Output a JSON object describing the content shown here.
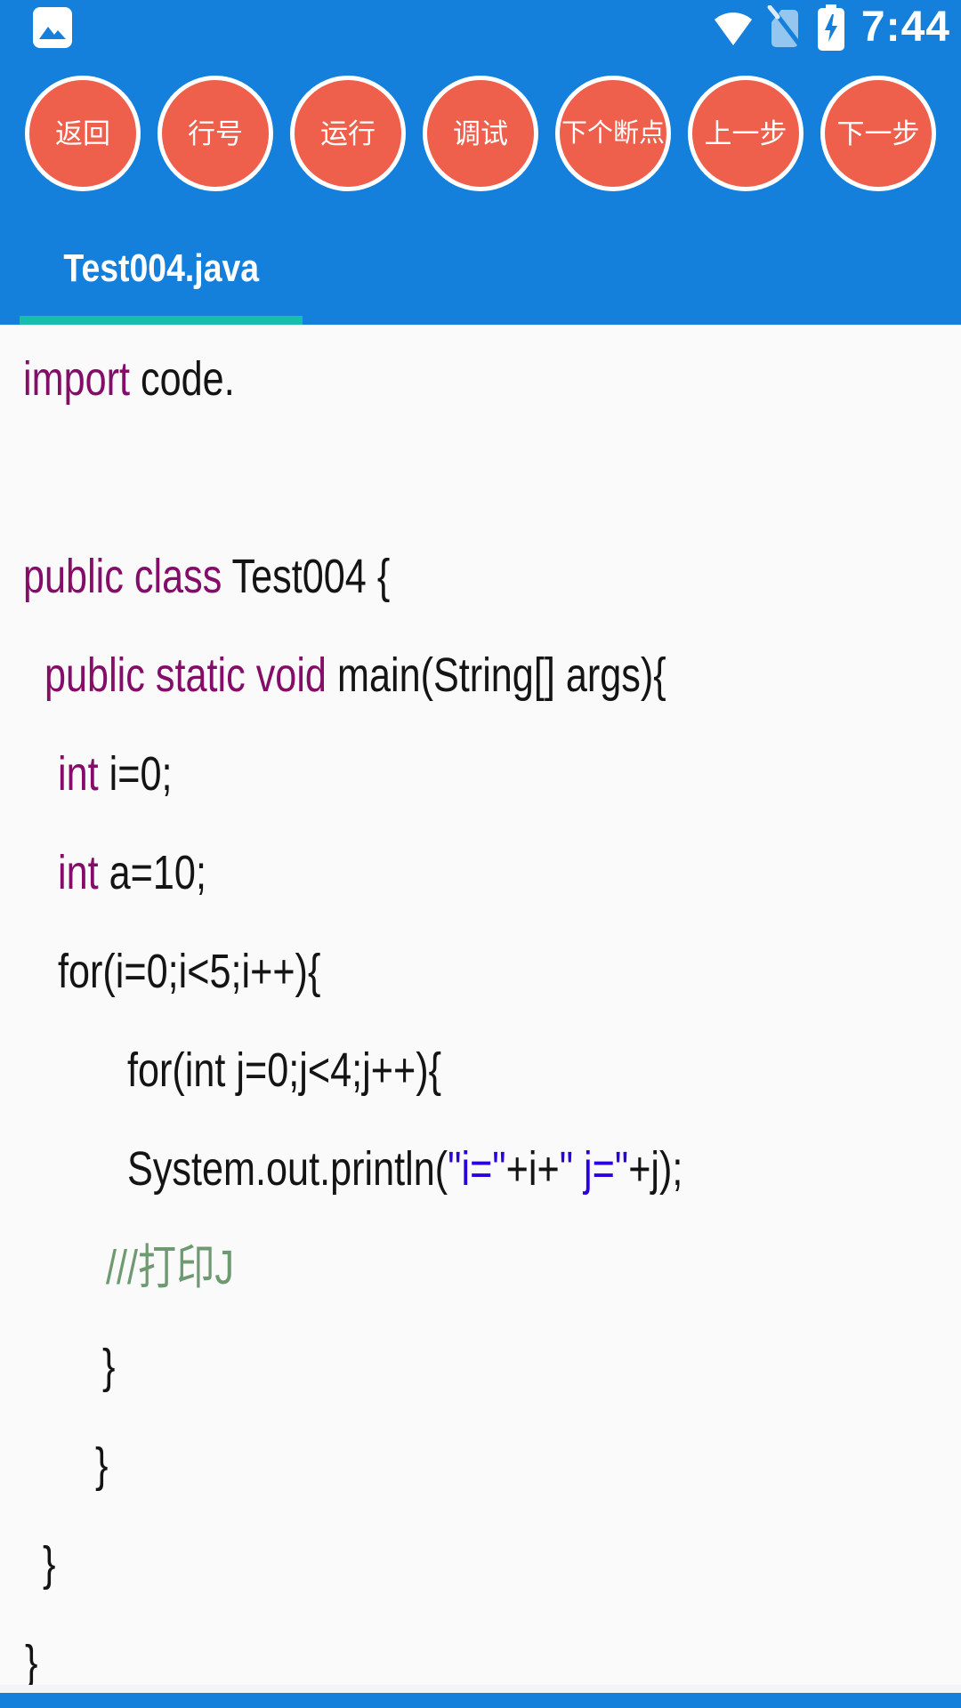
{
  "colors": {
    "bar_blue": "#1480DC",
    "button_coral": "#EE5F4C",
    "tab_indicator_teal": "#17BEAC",
    "keyword_purple": "#840D6A",
    "string_blue": "#2B00E0",
    "comment_green": "#6E9A72",
    "code_text": "#141414",
    "editor_bg": "#FAFAFA"
  },
  "status_bar": {
    "time": "7:44",
    "icons": [
      "image-notification-icon",
      "wifi-icon",
      "no-sim-icon",
      "battery-charging-icon"
    ]
  },
  "toolbar": {
    "buttons": [
      {
        "name": "back",
        "label": "返回"
      },
      {
        "name": "line-numbers",
        "label": "行号"
      },
      {
        "name": "run",
        "label": "运行"
      },
      {
        "name": "debug",
        "label": "调试"
      },
      {
        "name": "next-breakpoint",
        "label": "下个断点"
      },
      {
        "name": "step-previous",
        "label": "上一步"
      },
      {
        "name": "step-next",
        "label": "下一步"
      }
    ]
  },
  "tabs": {
    "active_label": "Test004.java"
  },
  "editor": {
    "lines": [
      {
        "ind": 26,
        "seg": [
          {
            "t": "import",
            "c": "kw"
          },
          {
            "t": " code.",
            "c": "pl"
          }
        ]
      },
      {
        "ind": 0,
        "seg": []
      },
      {
        "ind": 26,
        "seg": [
          {
            "t": "public class",
            "c": "kw"
          },
          {
            "t": " Test004 {",
            "c": "pl"
          }
        ]
      },
      {
        "ind": 50,
        "seg": [
          {
            "t": "public static void",
            "c": "kw"
          },
          {
            "t": " main(String[] args){",
            "c": "pl"
          }
        ]
      },
      {
        "ind": 65,
        "seg": [
          {
            "t": "int",
            "c": "kw"
          },
          {
            "t": " i=0;",
            "c": "pl"
          }
        ]
      },
      {
        "ind": 65,
        "seg": [
          {
            "t": "int",
            "c": "kw"
          },
          {
            "t": " a=10;",
            "c": "pl"
          }
        ]
      },
      {
        "ind": 65,
        "seg": [
          {
            "t": "for(i=0;i<5;i++){",
            "c": "pl"
          }
        ]
      },
      {
        "ind": 143,
        "seg": [
          {
            "t": "for(int j=0;j<4;j++){",
            "c": "pl"
          }
        ]
      },
      {
        "ind": 143,
        "seg": [
          {
            "t": "System.out.println(",
            "c": "pl"
          },
          {
            "t": "\"i=\"",
            "c": "str"
          },
          {
            "t": "+i+",
            "c": "pl"
          },
          {
            "t": "\" j=\"",
            "c": "str"
          },
          {
            "t": "+j);",
            "c": "pl"
          }
        ]
      },
      {
        "ind": 119,
        "seg": [
          {
            "t": "///打印J",
            "c": "cm"
          }
        ]
      },
      {
        "ind": 115,
        "seg": [
          {
            "t": "}",
            "c": "pl"
          }
        ]
      },
      {
        "ind": 107,
        "seg": [
          {
            "t": "}",
            "c": "pl"
          }
        ]
      },
      {
        "ind": 48,
        "seg": [
          {
            "t": "}",
            "c": "pl"
          }
        ]
      },
      {
        "ind": 28,
        "seg": [
          {
            "t": "}",
            "c": "pl"
          }
        ]
      }
    ]
  }
}
